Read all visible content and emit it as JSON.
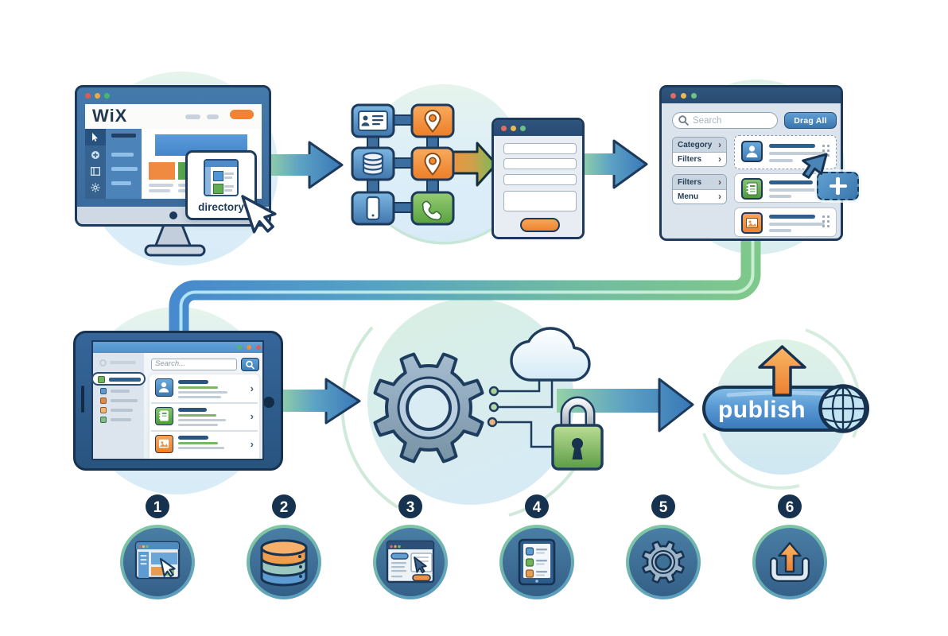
{
  "title": "Wix directory setup workflow illustration",
  "palette": {
    "outline_navy": "#1d3a5c",
    "steel_blue": "#4a86c2",
    "orange": "#ef8a38",
    "green": "#6fb35a",
    "pipe_blue": "#478acd",
    "pipe_green": "#82ca8e",
    "bg_circle_blue": "#dceef7",
    "bg_circle_mint": "#e0f2e7"
  },
  "icons": {
    "chevron_right": "›",
    "plus": "+",
    "search": "magnifier",
    "cursor": "arrow-pointer"
  },
  "monitor": {
    "logo": "WiX",
    "popup_label": "directory"
  },
  "builder_window": {
    "search_placeholder": "Search",
    "drag_all_label": "Drag All",
    "nav_groups": [
      {
        "rows": [
          {
            "label": "Category"
          },
          {
            "label": "Filters"
          }
        ]
      },
      {
        "rows": [
          {
            "label": "Filters"
          },
          {
            "label": "Menu"
          }
        ]
      }
    ]
  },
  "tablet": {
    "search_placeholder": "Search..."
  },
  "publish": {
    "label": "publish"
  },
  "steps": [
    {
      "number": "1",
      "icon": "website-builder-cursor"
    },
    {
      "number": "2",
      "icon": "database"
    },
    {
      "number": "3",
      "icon": "form-window-cursor"
    },
    {
      "number": "4",
      "icon": "tablet-directory-list"
    },
    {
      "number": "5",
      "icon": "settings-gear"
    },
    {
      "number": "6",
      "icon": "publish-upload"
    }
  ]
}
